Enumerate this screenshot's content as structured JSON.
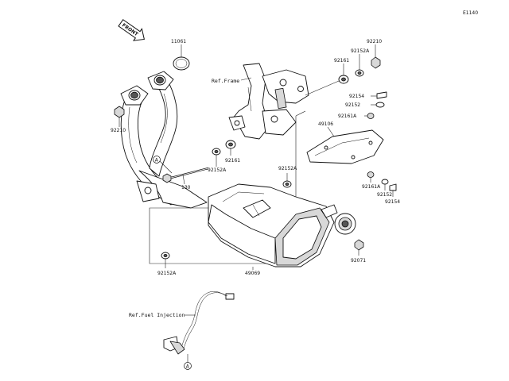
{
  "diagram": {
    "code": "E1140",
    "front_label": "FRONT",
    "ref_frame": "Ref.Frame",
    "ref_fuel_injection": "Ref.Fuel Injection",
    "callout_letter": "A",
    "parts": {
      "p11061": "11061",
      "p92210_top": "92210",
      "p92152A_top": "92152A",
      "p92161_top": "92161",
      "p92154_top": "92154",
      "p92152_top": "92152",
      "p92161A_top": "92161A",
      "p49106": "49106",
      "p92210_left": "92210",
      "p92152A_mid": "92152A",
      "p92161_mid": "92161",
      "p130": "130",
      "p92152A_right": "92152A",
      "p92161A_bot": "92161A",
      "p92152_bot": "92152",
      "p92154_bot": "92154",
      "p92071": "92071",
      "p92152A_bot": "92152A",
      "p49069": "49069"
    }
  }
}
